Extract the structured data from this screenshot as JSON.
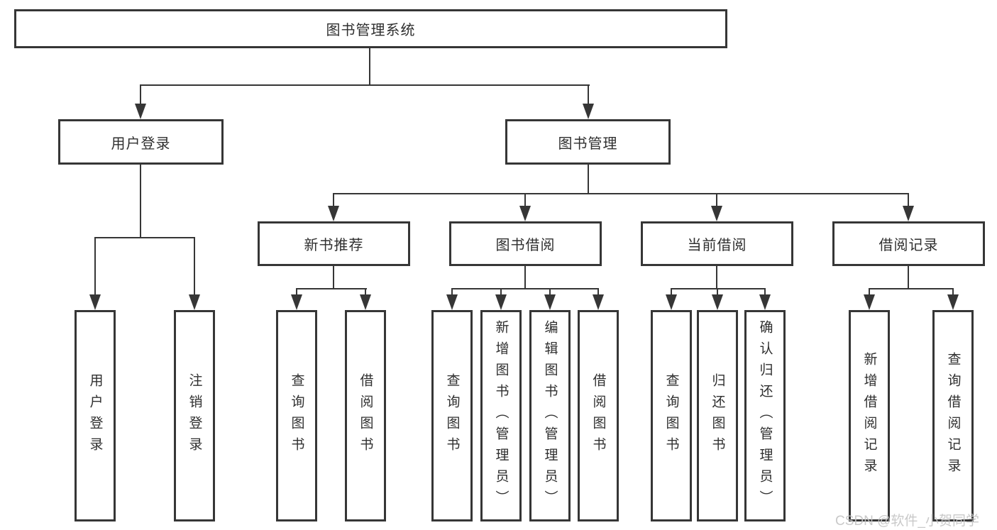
{
  "diagram": {
    "root": {
      "label": "图书管理系统"
    },
    "level2": {
      "user_login": {
        "label": "用户登录"
      },
      "book_mgmt": {
        "label": "图书管理"
      }
    },
    "level3": {
      "new_book": {
        "label": "新书推荐"
      },
      "book_borrow": {
        "label": "图书借阅"
      },
      "current_borrow": {
        "label": "当前借阅"
      },
      "borrow_record": {
        "label": "借阅记录"
      }
    },
    "leaves": {
      "user_login": [
        "用户登录",
        "注销登录"
      ],
      "new_book": [
        "查询图书",
        "借阅图书"
      ],
      "book_borrow": [
        "查询图书",
        "新增图书（管理员）",
        "编辑图书（管理员）",
        "借阅图书"
      ],
      "current_borrow": [
        "查询图书",
        "归还图书",
        "确认归还（管理员）"
      ],
      "borrow_record": [
        "新增借阅记录",
        "查询借阅记录"
      ]
    }
  },
  "watermark": "CSDN @软件_小贺同学",
  "colors": {
    "line": "#363636",
    "text": "#2f2f2f",
    "watermark": "#c4c4c4",
    "background": "#ffffff"
  }
}
